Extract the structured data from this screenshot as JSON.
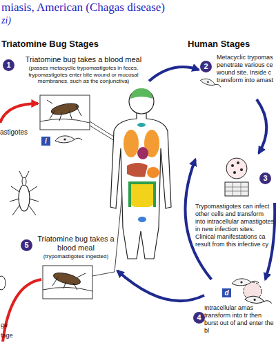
{
  "diagram": {
    "title": "miasis, American (Chagas disease)",
    "nodes": [
      {
        "text": [
          "Triatomine bug takes a blood meal",
          "(passes metacyclic trypomastigotes in feces, trypomastigotes enter bite wound or mucosal membranes, such as the conjunctiva)"
        ]
      },
      {
        "text": [
          "Metacyclic trypomas penetrate various ce wound site. Inside c transform into amast"
        ]
      },
      {
        "text": [
          "Trypomastigotes can infect other cells and transform into intracellular amastigotes in new infection sites. Clinical manifestations ca result from this infective cy"
        ]
      },
      {
        "text": [
          "Intracellular amas transform into tr then burst out of and enter the bl"
        ]
      },
      {
        "text": [
          "Triatomine bug takes a blood meal",
          "(trypomastigotes ingested)"
        ]
      }
    ],
    "edges": [
      {
        "from": 0,
        "to": 1,
        "arrow": "to"
      },
      {
        "from": 1,
        "to": 2,
        "arrow": "to"
      },
      {
        "from": 2,
        "to": 3,
        "arrow": "to"
      },
      {
        "from": 3,
        "to": 2,
        "arrow": "to"
      },
      {
        "from": 3,
        "to": 4,
        "arrow": "to"
      }
    ],
    "labels": [
      "zi)",
      "Triatomine Bug Stages",
      "Human Stages",
      "1",
      "2",
      "astigotes",
      "i",
      "3",
      "5",
      "4",
      "d",
      "ge",
      "tage"
    ]
  }
}
